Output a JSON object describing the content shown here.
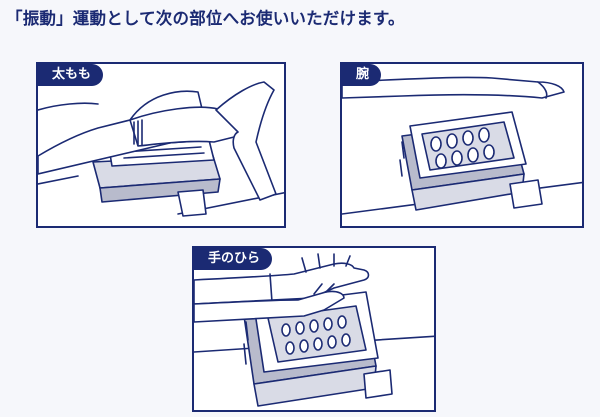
{
  "header": {
    "title": "「振動」運動として次の部位へお使いいただけます。"
  },
  "panels": [
    {
      "label": "太もも",
      "illustration_icon": "thigh-on-vibration-machine-icon"
    },
    {
      "label": "腕",
      "illustration_icon": "arm-on-vibration-machine-icon"
    },
    {
      "label": "手のひら",
      "illustration_icon": "palms-on-vibration-machine-icon"
    }
  ],
  "colors": {
    "accent": "#1b2a73",
    "background": "#f6f7fb",
    "panel": "#ffffff"
  }
}
